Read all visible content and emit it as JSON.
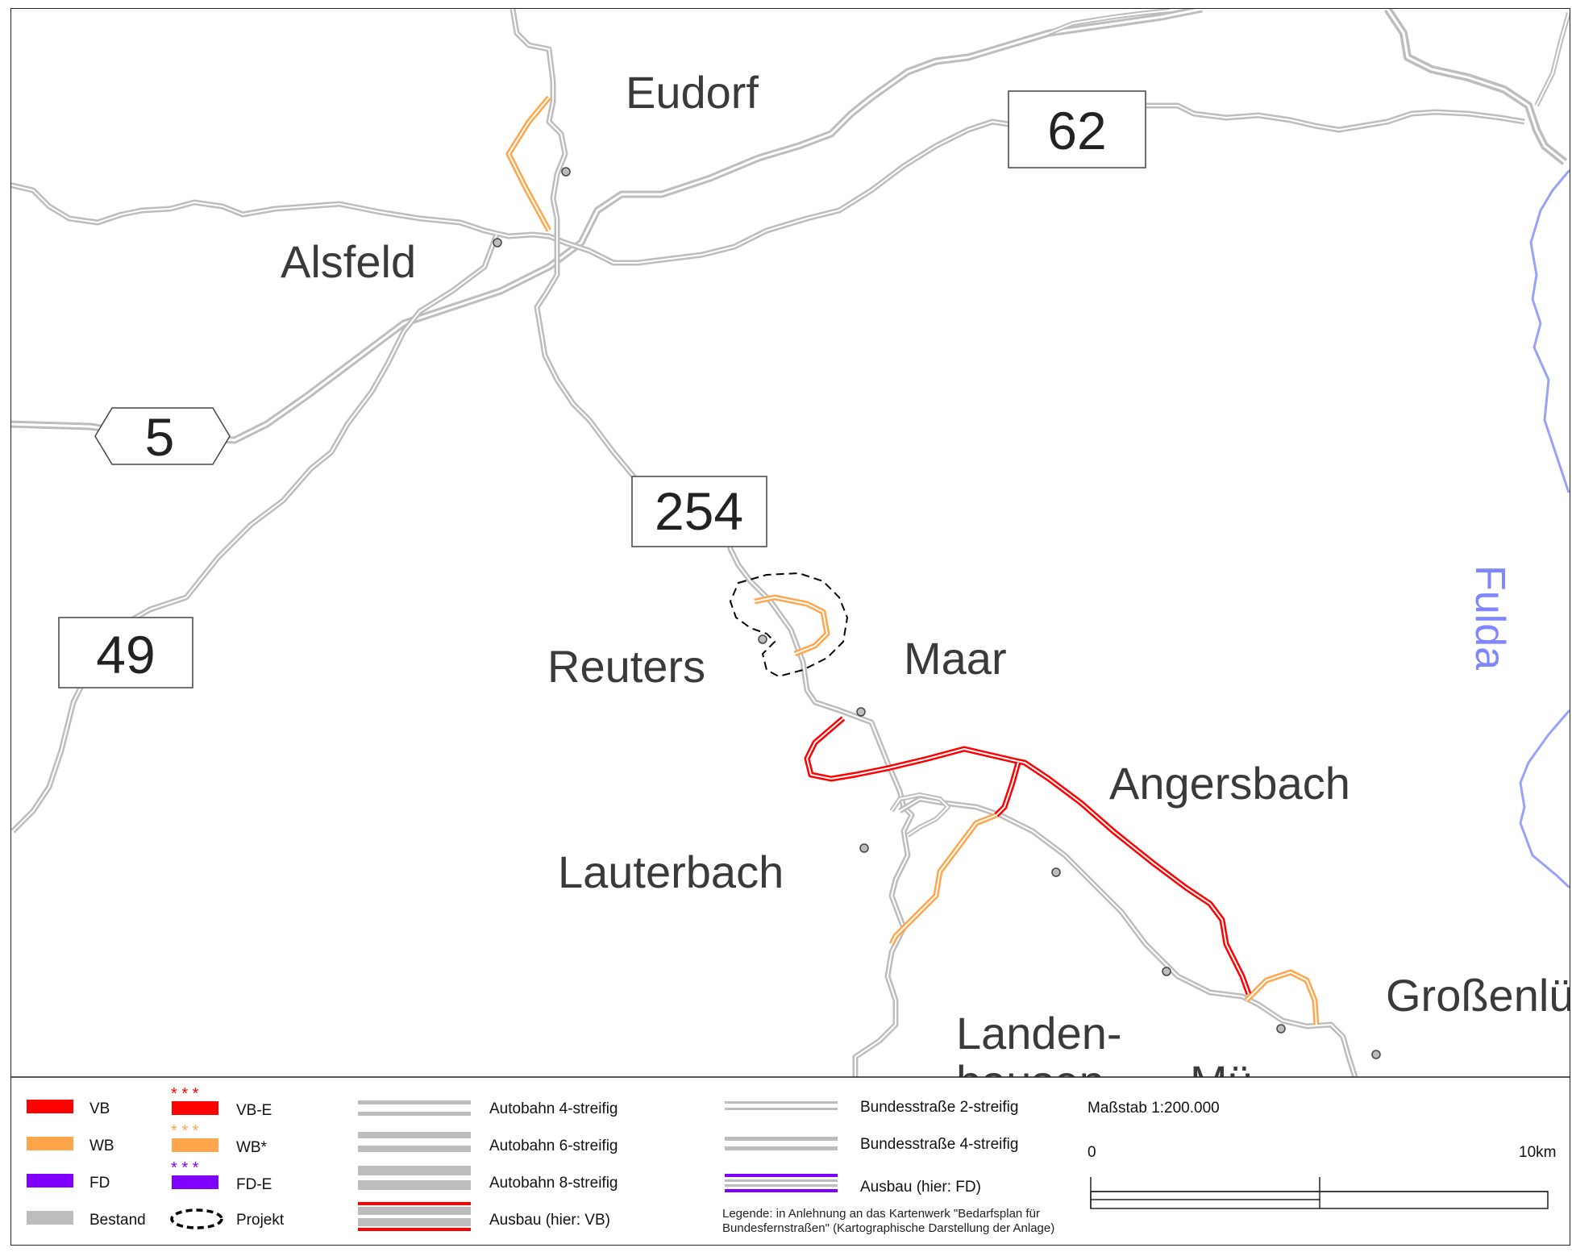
{
  "places": {
    "eudorf": "Eudorf",
    "alsfeld": "Alsfeld",
    "reuters": "Reuters",
    "maar": "Maar",
    "angersbach": "Angersbach",
    "lauterbach": "Lauterbach",
    "grossenlueder": "Großenlü",
    "landenhausen_1": "Landen-",
    "landenhausen_2": "hausen",
    "mue": "Mü"
  },
  "river": {
    "label": "Fulda"
  },
  "shields": {
    "a5": "5",
    "a49": "49",
    "b62": "62",
    "b254": "254"
  },
  "legend": {
    "vb": "VB",
    "wb": "WB",
    "fd": "FD",
    "bestand": "Bestand",
    "vbe": "VB-E",
    "wbstar": "WB*",
    "fde": "FD-E",
    "projekt": "Projekt",
    "autobahn4": "Autobahn 4-streifig",
    "autobahn6": "Autobahn 6-streifig",
    "autobahn8": "Autobahn 8-streifig",
    "ausbau_vb": "Ausbau (hier: VB)",
    "bundes2": "Bundesstraße 2-streifig",
    "bundes4": "Bundesstraße 4-streifig",
    "ausbau_fd": "Ausbau (hier: FD)",
    "note_line1": "Legende: in Anlehnung an das Kartenwerk \"Bedarfsplan für",
    "note_line2": "Bundesfernstraßen\" (Kartographische Darstellung der Anlage)",
    "scale_title": "Maßstab 1:200.000",
    "scale_zero": "0",
    "scale_end": "10km",
    "star_marks": "* * *"
  },
  "colors": {
    "vb": "#ff0000",
    "wb": "#ffa64d",
    "fd": "#8000ff",
    "bestand": "#bdbdbd",
    "river": "#9aa2f7"
  }
}
